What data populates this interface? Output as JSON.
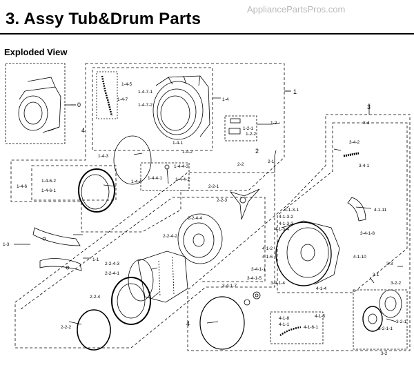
{
  "header": {
    "watermark": "AppliancePartsPros.com",
    "title": "3.  Assy Tub&Drum Parts",
    "subtitle": "Exploded View"
  },
  "callouts": {
    "c0": "0",
    "c1": "1",
    "c1_1": "1-1",
    "c1_2": "1-2",
    "c1_2_1": "1-2-1",
    "c1_2_2": "1-2-2",
    "c1_3": "1-3",
    "c1_4": "1-4",
    "c1_4_1": "1-4-1",
    "c1_4_2": "1-4-2",
    "c1_4_3": "1-4-3",
    "c1_4_4": "1-4-4",
    "c1_4_4_1": "1-4-4-1",
    "c1_4_4_2": "1-4-4-2",
    "c1_4_4_3": "1-4-4-3",
    "c1_4_5": "1-4-5",
    "c1_4_6": "1-4-6",
    "c1_4_6_1": "1-4-6-1",
    "c1_4_6_2": "1-4-6-2",
    "c1_4_7": "1-4-7",
    "c1_4_7_1": "1-4-7-1",
    "c1_4_7_2": "1-4-7-2",
    "c2": "2",
    "c2_1": "2-1",
    "c2_2": "2-2",
    "c2_2_1": "2-2-1",
    "c2_2_2": "2-2-2",
    "c2_2_3": "2-2-3",
    "c2_2_4": "2-2-4",
    "c2_2_4_1": "2-2-4-1",
    "c2_2_4_2": "2-2-4-2",
    "c2_2_4_3": "2-2-4-3",
    "c2_2_4_4": "2-2-4-4",
    "c3": "3",
    "c3_1": "3-1",
    "c3_2": "3-2",
    "c3_2_1": "3-2-1",
    "c3_2_1_1": "3-2-1-1",
    "c3_2_2": "3-2-2",
    "c3_3": "3-3",
    "c3_4": "3-4",
    "c3_4_1": "3-4-1",
    "c3_4_2": "3-4-2",
    "c3_4_1_1": "3-4-1-1",
    "c3_4_1_4": "3-4-1-4",
    "c3_4_1_5": "3-4-1-5",
    "c3_4_1_7": "3-4-1-7",
    "c3_4_1_8": "3-4-1-8",
    "c4": "4",
    "c4_b": "4",
    "c4_1_1": "4-1-1",
    "c4_1_2": "4-1-2",
    "c4_1_3_1": "4-1-3-1",
    "c4_1_3_2": "4-1-3-2",
    "c4_1_3_3": "4-1-3-3",
    "c4_1_3_4": "4-1-3-4",
    "c4_1_4": "4-1-4",
    "c4_1_5": "4-1-5",
    "c4_1_6": "4-1-6",
    "c4_1_6_1": "4-1-6-1",
    "c4_1_8": "4-1-8",
    "c4_1_10": "4-1-10",
    "c4_1_11": "4-1-11"
  }
}
